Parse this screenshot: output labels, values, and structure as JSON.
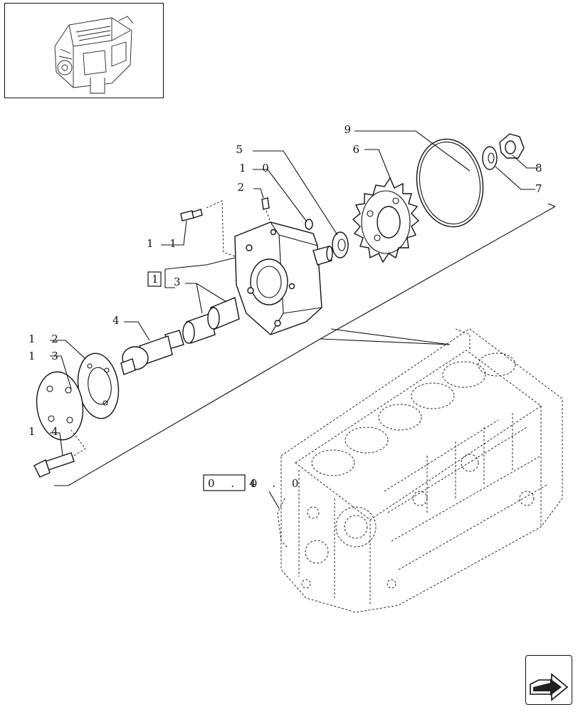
{
  "callouts": {
    "c1": "1",
    "c2": "2",
    "c3": "3",
    "c4": "4",
    "c5": "5",
    "c6": "6",
    "c7": "7",
    "c8": "8",
    "c9": "9",
    "c10": "1 0",
    "c11": "1 1",
    "c12": "1 2",
    "c13": "1 3",
    "c14": "1 4"
  },
  "reference": {
    "label": "0 . 0 4 . 0",
    "boxed": "0 . 0",
    "rest": "4 . 0"
  },
  "icons": {
    "thumbnail": "engine-thumbnail-icon",
    "navigation": "next-page-arrow-icon"
  }
}
